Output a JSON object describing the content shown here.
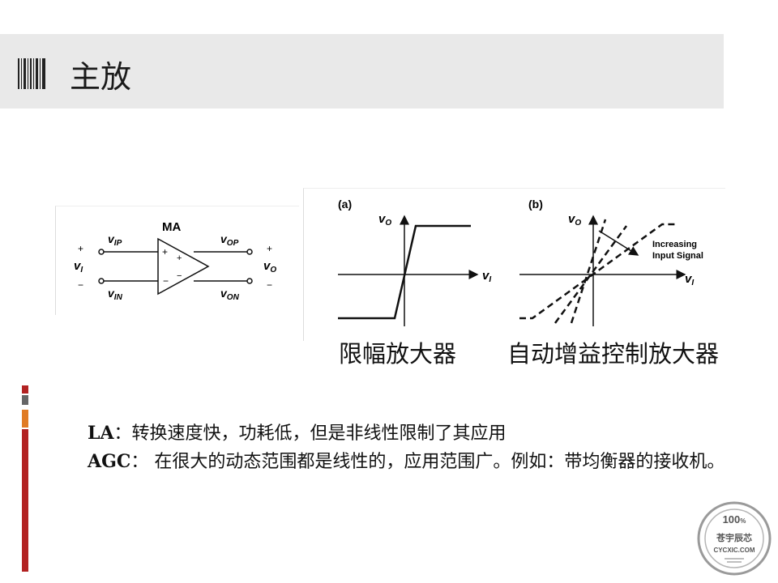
{
  "slide": {
    "title": "主放",
    "figure_ma": {
      "amp_label": "MA",
      "vip": "v",
      "vip_sub": "IP",
      "vin": "v",
      "vin_sub": "IN",
      "vop": "v",
      "vop_sub": "OP",
      "von": "v",
      "von_sub": "ON",
      "vi": "v",
      "vi_sub": "I",
      "vo": "v",
      "vo_sub": "O",
      "plus": "+",
      "minus": "−"
    },
    "figure_curves": {
      "a_label": "(a)",
      "b_label": "(b)",
      "vo": "v",
      "vo_sub": "O",
      "vi": "v",
      "vi_sub": "I",
      "annotation_line1": "Increasing",
      "annotation_line2": "Input Signal"
    },
    "captions": {
      "limiting_amp": "限幅放大器",
      "agc_amp": "自动增益控制放大器"
    },
    "notes": {
      "la_term": "LA",
      "la_text": "：转换速度快，功耗低，但是非线性限制了其应用",
      "agc_term": "AGC",
      "agc_text": "： 在很大的动态范围都是线性的，应用范围广。例如：带均衡器的接收机。"
    },
    "watermark": {
      "percent": "100",
      "percent_sign": "%",
      "brand_cn": "苍宇辰芯",
      "site": "CYCXIC.COM"
    },
    "colors": {
      "title_band": "#e9e9e9",
      "side_red": "#b22222",
      "side_gray": "#666666",
      "side_orange": "#e07b24"
    }
  }
}
